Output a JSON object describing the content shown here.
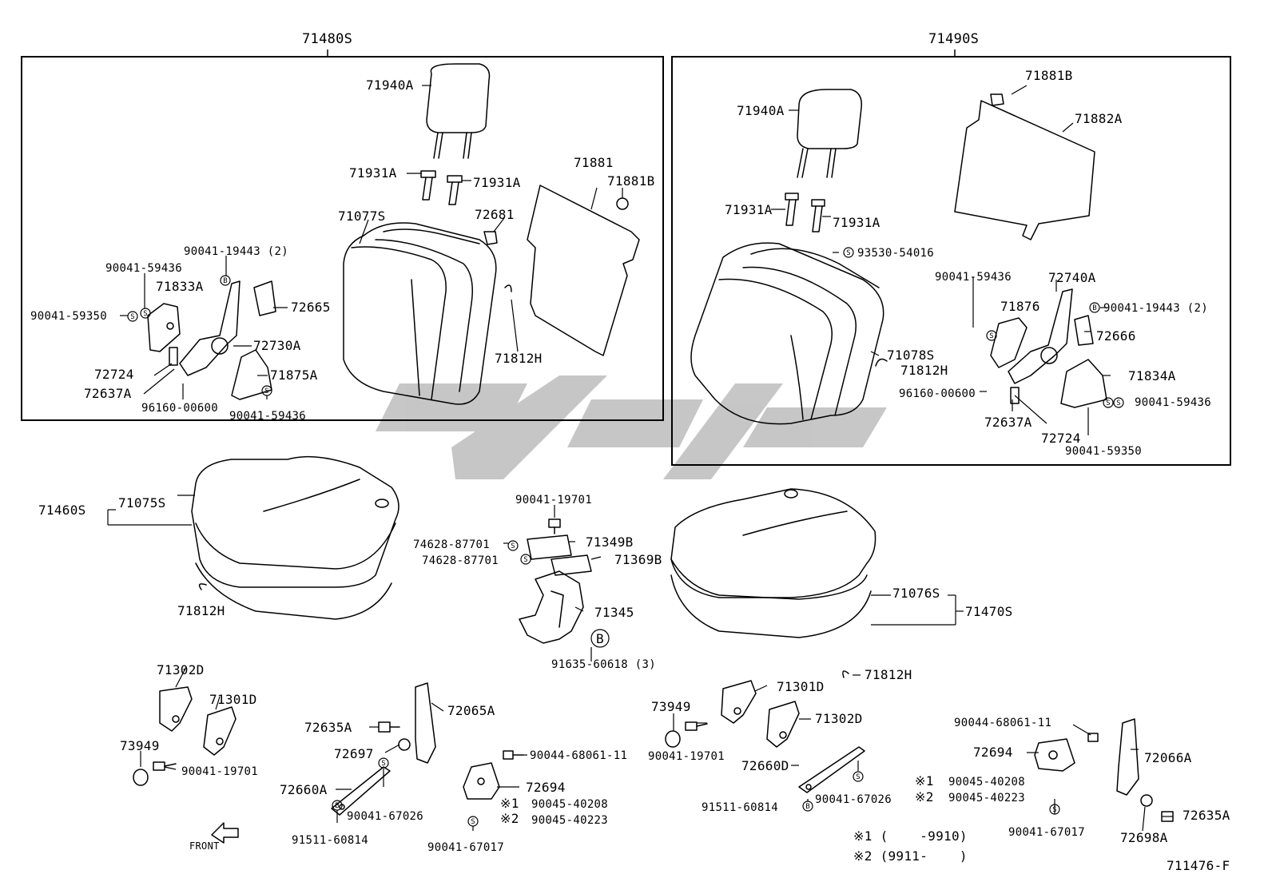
{
  "colors": {
    "ink": "#000000",
    "watermark": "#bdbdbd"
  },
  "groups": {
    "left_seatback_assy": "71480S",
    "right_seatback_assy": "71490S",
    "left_cushion_assy": "71460S",
    "right_cushion_assy": "71470S"
  },
  "labels": {
    "l_headrest": "71940A",
    "l_support_a": "71931A",
    "l_support_b": "71931A",
    "l_board": "71881",
    "l_board_clip": "71881B",
    "l_clip": "72681",
    "l_cover": "71077S",
    "l_bolt_top": "90041-19443 (2)",
    "l_bolt_a": "90041-59436",
    "l_hinge": "71833A",
    "l_bolt_b": "90041-59350",
    "l_cap": "72665",
    "l_recliner": "72730A",
    "l_hog_ring": "71812H",
    "l_washer": "72724",
    "l_pin": "72637A",
    "l_clip_b": "96160-00600",
    "l_shield": "71875A",
    "l_bolt_c": "90041-59436",
    "r_headrest": "71940A",
    "r_board_clip": "71881B",
    "r_board": "71882A",
    "r_support_a": "71931A",
    "r_support_b": "71931A",
    "r_screw": "93530-54016",
    "r_bolt_a": "90041-59436",
    "r_recliner": "72740A",
    "r_hinge": "71876",
    "r_bolt_top": "90041-19443 (2)",
    "r_cap": "72666",
    "r_cover": "71078S",
    "r_hog_ring": "71812H",
    "r_shield": "71834A",
    "r_clip_b": "96160-00600",
    "r_bolt_b": "90041-59436",
    "r_pin": "72637A",
    "r_washer": "72724",
    "r_bolt_c": "90041-59350",
    "c_cushion_cover": "71075S",
    "c_hog_ring_l": "71812H",
    "c_bolt_top": "90041-19701",
    "c_screw_a": "74628-87701",
    "c_screw_b": "74628-87701",
    "c_cover_a": "71349B",
    "c_cover_b": "71369B",
    "c_bracket": "71345",
    "c_bolt_bottom": "91635-60618 (3)",
    "c_callout_b": "B",
    "rc_cover": "71076S",
    "rc_hog_ring": "71812H",
    "bl_bracket_a": "71302D",
    "bl_bracket_b": "71301D",
    "bl_cap": "73949",
    "bl_bolt": "90041-19701",
    "bl_bolt_b": "72635A",
    "bl_lever": "72065A",
    "bl_spring": "72697",
    "bl_rod": "72660A",
    "bl_bolt_c": "90041-67026",
    "bl_bolt_d": "91511-60814",
    "bl_front": "FRONT",
    "bm_bolt": "90044-68061-11",
    "bm_bracket": "72694",
    "bm_n1": "※1",
    "bm_n1_part": "90045-40208",
    "bm_n2": "※2",
    "bm_n2_part": "90045-40223",
    "bm_bolt_b": "90041-67017",
    "br_bracket_a": "71301D",
    "br_cap": "73949",
    "br_bolt": "90041-19701",
    "br_bracket_b": "71302D",
    "br_rod": "72660D",
    "br_bolt_c": "90041-67026",
    "br_bolt_d": "91511-60814",
    "brr_bolt": "90044-68061-11",
    "brr_bracket": "72694",
    "brr_lever": "72066A",
    "brr_n1": "※1",
    "brr_n1_part": "90045-40208",
    "brr_n2": "※2",
    "brr_n2_part": "90045-40223",
    "brr_bolt_b": "90041-67017",
    "brr_bolt_c": "72635A",
    "brr_spring": "72698A",
    "note_1": "※1 (    -9910)",
    "note_2": "※2 (9911-    )",
    "diagram_code": "711476-F"
  }
}
